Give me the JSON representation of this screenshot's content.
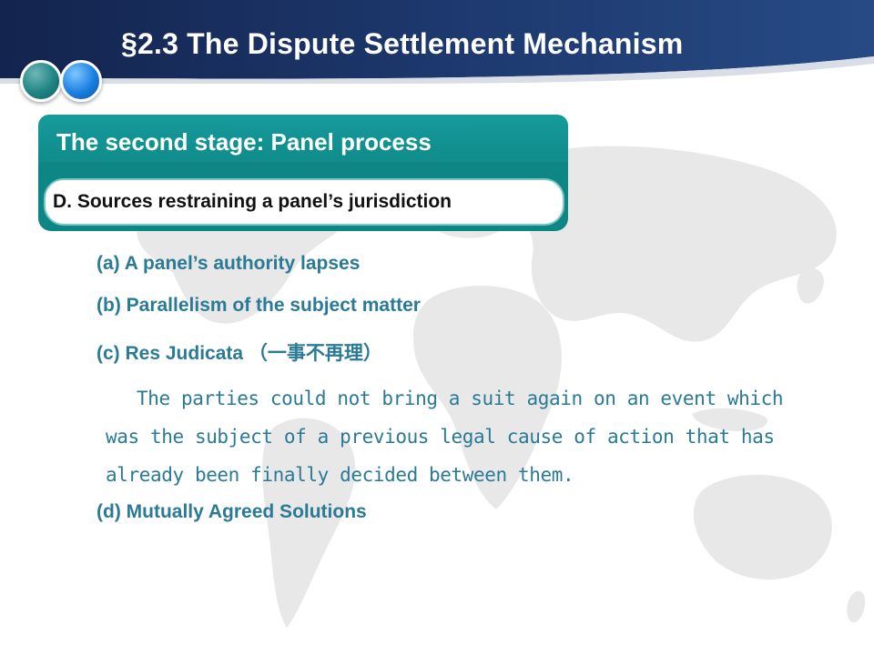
{
  "slide": {
    "title": "§2.3 The Dispute Settlement Mechanism",
    "stage_title": "The second stage: Panel process",
    "section_title": "D. Sources restraining a panel’s jurisdiction",
    "items": [
      {
        "label": "(a) A panel’s authority lapses"
      },
      {
        "label": "(b) Parallelism of the subject matter"
      },
      {
        "label": "(c) Res Judicata （一事不再理）"
      },
      {
        "label": "(d) Mutually Agreed Solutions"
      }
    ],
    "res_judicata_explanation": "The parties could not bring a suit again on an event which was the subject of a previous legal cause of action that has already been finally decided between them."
  },
  "colors": {
    "header_navy": "#1a2d5a",
    "teal": "#0e8686",
    "item_text": "#2a7a96",
    "map_gray": "#e6e6e6"
  },
  "icons": [
    "teal-circle",
    "blue-circle",
    "world-map-background"
  ]
}
